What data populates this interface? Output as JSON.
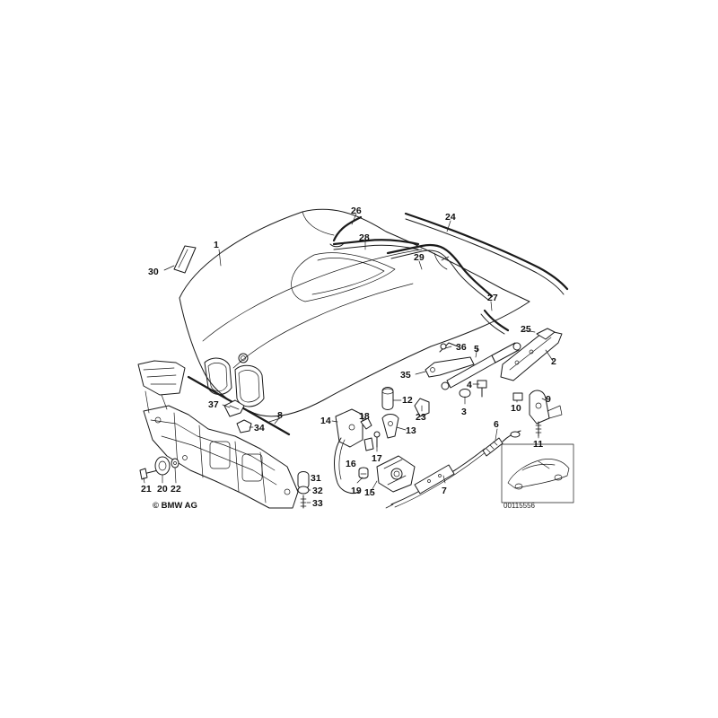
{
  "diagram": {
    "part_numbers": [
      "1",
      "2",
      "3",
      "4",
      "5",
      "6",
      "7",
      "8",
      "9",
      "10",
      "11",
      "12",
      "13",
      "14",
      "15",
      "16",
      "17",
      "18",
      "19",
      "20",
      "21",
      "22",
      "23",
      "24",
      "25",
      "26",
      "27",
      "28",
      "29",
      "30",
      "31",
      "32",
      "33",
      "34",
      "35",
      "36",
      "37"
    ],
    "copyright": "© BMW AG",
    "reference_number": "00115556"
  }
}
